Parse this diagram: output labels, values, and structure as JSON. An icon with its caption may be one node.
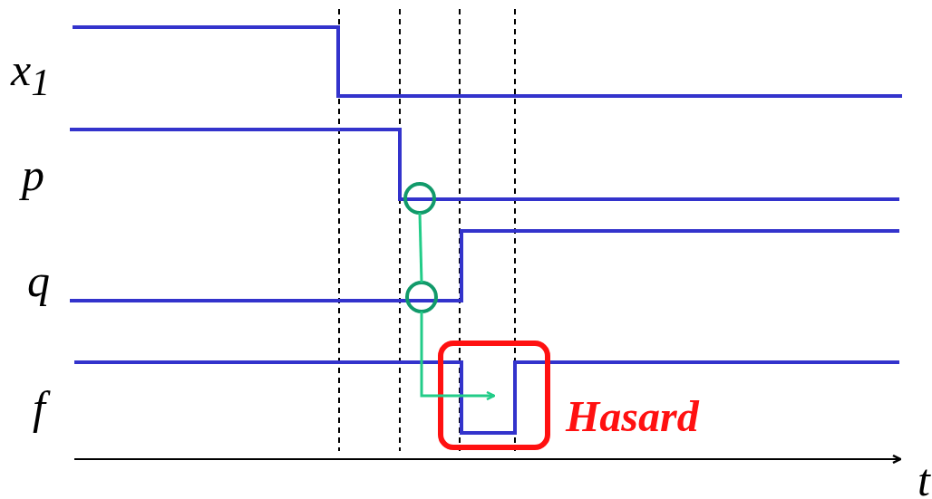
{
  "diagram": {
    "nodes": [
      {
        "text": [],
        "shape": "circle"
      },
      {
        "text": [],
        "shape": "circle"
      },
      {
        "text": [],
        "shape": "box",
        "beside": [
          "Hasard"
        ]
      }
    ],
    "edges": [
      {
        "from": 0,
        "to": 1,
        "arrow": "none"
      },
      {
        "from": 1,
        "to": 2,
        "arrow": "to"
      }
    ],
    "labels": [
      "x$_{1}$",
      "p",
      "q",
      "f",
      "t"
    ]
  }
}
